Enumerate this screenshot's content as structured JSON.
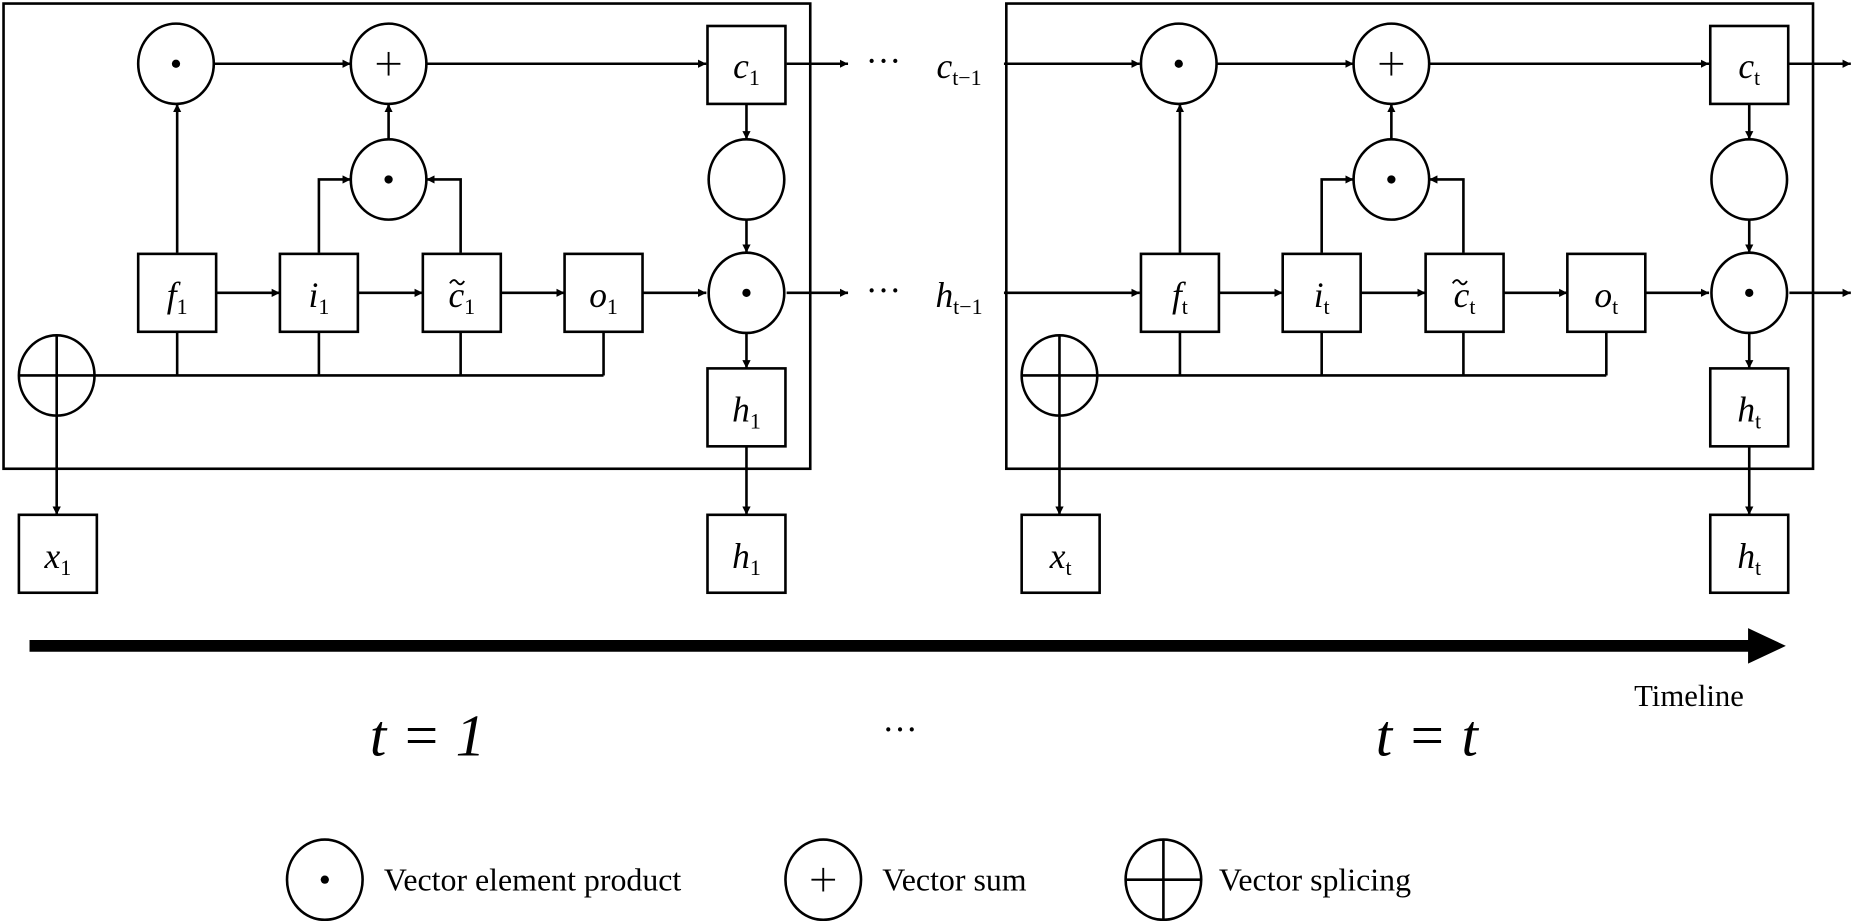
{
  "cells": [
    {
      "f": "f",
      "i": "i",
      "c": "c",
      "ct": "c",
      "o": "o",
      "h": "h",
      "x": "x",
      "sub": "1",
      "step_label": "t = 1"
    },
    {
      "f": "f",
      "i": "i",
      "c": "c",
      "ct": "c",
      "o": "o",
      "h": "h",
      "x": "x",
      "sub": "t",
      "step_label": "t = t"
    }
  ],
  "between": {
    "ellipsis": "···",
    "c_prev": "c",
    "h_prev": "h",
    "prev_sub": "t−1"
  },
  "timeline": {
    "label": "Timeline",
    "middle_ellipsis": "···"
  },
  "legend": [
    {
      "symbol": "dot",
      "label": "Vector element product"
    },
    {
      "symbol": "plus",
      "label": "Vector sum"
    },
    {
      "symbol": "cross",
      "label": "Vector splicing"
    }
  ],
  "colors": {
    "stroke": "#000000",
    "gray_node_fill": "#f2f2f2",
    "gray_node_stroke": "#b0b0b0"
  }
}
